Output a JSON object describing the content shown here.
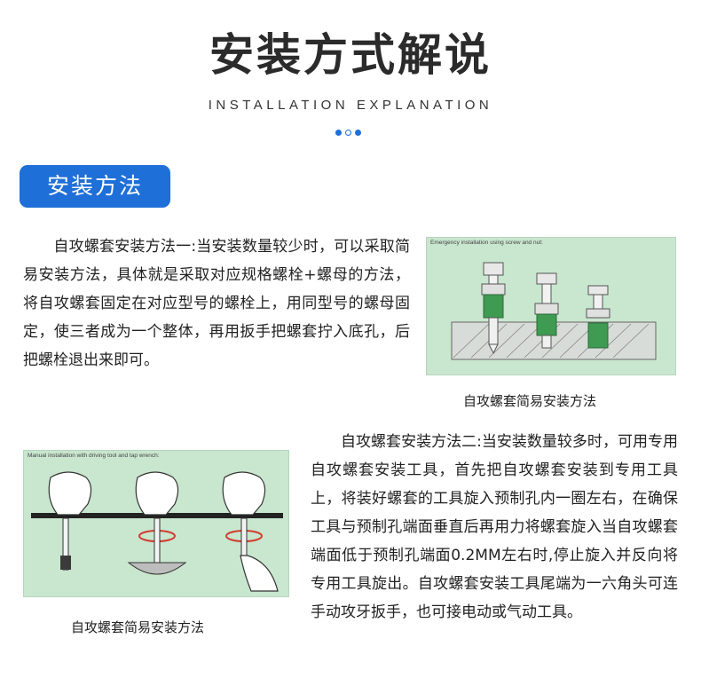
{
  "header": {
    "title": "安装方式解说",
    "subtitle": "INSTALLATION EXPLANATION"
  },
  "section": {
    "label": "安装方法"
  },
  "method1": {
    "text": "　　自攻螺套安装方法一:当安装数量较少时，可以采取简易安装方法，具体就是采取对应规格螺栓+螺母的方法，将自攻螺套固定在对应型号的螺栓上，用同型号的螺母固定，使三者成为一个整体，再用扳手把螺套拧入底孔，后把螺栓退出来即可。",
    "figure_label": "Emergency installation using screw and nut:",
    "caption": "自攻螺套简易安装方法"
  },
  "method2": {
    "text": "　　自攻螺套安装方法二:当安装数量较多时，可用专用自攻螺套安装工具，首先把自攻螺套安装到专用工具上，将装好螺套的工具旋入预制孔内一圈左右，在确保工具与预制孔端面垂直后再用力将螺套旋入当自攻螺套端面低于预制孔端面0.2MM左右时,停止旋入并反向将专用工具旋出。自攻螺套安装工具尾端为一六角头可连手动攻牙扳手，也可接电动或气动工具。",
    "figure_label": "Manual installation with driving tool and tap wrench:",
    "caption": "自攻螺套简易安装方法"
  },
  "colors": {
    "accent": "#1f6fd8",
    "figure_bg": "#c9e6cf"
  }
}
